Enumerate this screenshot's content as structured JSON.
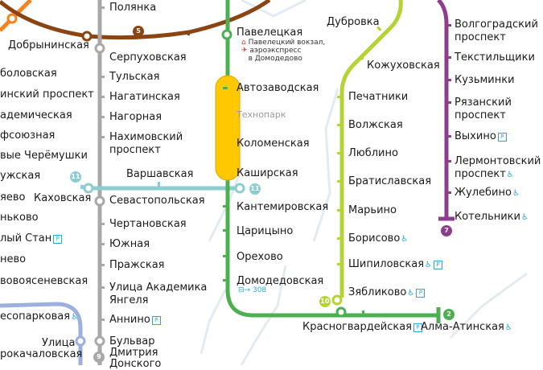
{
  "colors": {
    "line2": "#4caf50",
    "line5": "#8b4513",
    "line7": "#8e3d8e",
    "line9": "#a8a8a8",
    "line10": "#b4d334",
    "line11": "#8ccdd0",
    "line12": "#9cb0dd",
    "orange": "#f58220",
    "construction": "#ffc800",
    "access": "#29a9d6",
    "river": "#e0e8f0"
  },
  "line_badges": {
    "l5": "5",
    "l11a": "11",
    "l11b": "11",
    "l7": "7",
    "l10": "10",
    "l2": "2",
    "l9": "9"
  },
  "stations": {
    "polyanka": "Полянка",
    "dobryninskaya": "Добрынинская",
    "serpukhovskaya": "Серпуховская",
    "tulskaya": "Тульская",
    "nagatinskaya": "Нагатинская",
    "nagornaya": "Нагорная",
    "nakhimovsky_1": "Нахимовский",
    "nakhimovsky_2": "проспект",
    "sevastopolskaya": "Севастопольская",
    "chertanovskaya": "Чертановская",
    "yuzhnaya": "Южная",
    "prazhskaya": "Пражская",
    "akademika_1": "Улица Академика",
    "akademika_2": "Янгеля",
    "annino": "Аннино",
    "bulvar_1": "Бульвар",
    "bulvar_2": "Дмитрия",
    "bulvar_3": "Донского",
    "varshavskaya": "Варшавская",
    "kakhovskaya": "Каховская",
    "paveletskaya": "Павелецкая",
    "paveletsky_note_1": "Павелецкий вокзал,",
    "paveletsky_note_2": "аэроэкспресс",
    "paveletsky_note_3": "в Домодедово",
    "avtozavodskaya": "Автозаводская",
    "tekhnopark": "Технопарк",
    "kolomenskaya": "Коломенская",
    "kashirskaya": "Каширская",
    "kantemirovskaya": "Кантемировская",
    "tsaritsyno": "Царицыно",
    "orekhovo": "Орехово",
    "domodedovskaya": "Домодедовская",
    "bus_note": "308",
    "krasnogvardeyskaya": "Красногвардейская",
    "alma_atinskaya": "Алма-Атинская",
    "dubrovka": "Дубровка",
    "kozhukhovskaya": "Кожуховская",
    "pechatniki": "Печатники",
    "volzhskaya": "Волжская",
    "lyublino": "Люблино",
    "bratislavskaya": "Братиславская",
    "maryino": "Марьино",
    "borisovo": "Борисово",
    "shipilovskaya": "Шипиловская",
    "zyablikovo": "Зябликово",
    "volgogradsky_1": "Волгоградский",
    "volgogradsky_2": "проспект",
    "tekstilshchiki": "Текстильщики",
    "kuzminki": "Кузьминки",
    "ryazansky_1": "Рязанский",
    "ryazansky_2": "проспект",
    "vykhino": "Выхино",
    "lermontovsky_1": "Лермонтовский",
    "lermontovsky_2": "проспект",
    "zhulebino": "Жулебино",
    "kotelniki": "Котельники",
    "cut_shabolovskaya": "боловская",
    "cut_leninsky": "инский проспект",
    "cut_akademicheskaya": "адемическая",
    "cut_profsoyuznaya": "фсоюзная",
    "cut_cheryomushki": "вые Черёмушки",
    "cut_kaluzhskaya": "ужская",
    "cut_belyaevo": "яево",
    "cut_konkovo": "ньково",
    "cut_tyoply_stan": "лый Стан",
    "cut_yasenevo": "нево",
    "cut_novoyasenevskaya": "вовоясеневская",
    "cut_bitsevsky": "есопарковая",
    "cut_ulitsa": "Улица",
    "cut_starokachalovskaya": "рокачаловская"
  }
}
